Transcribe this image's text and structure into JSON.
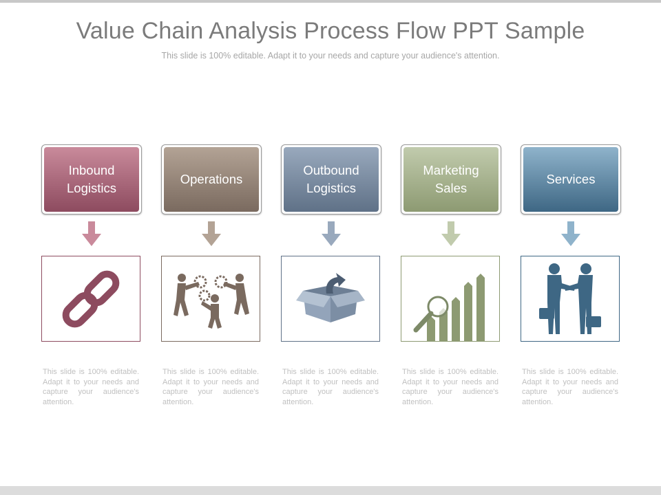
{
  "slide": {
    "title": "Value Chain Analysis Process Flow PPT Sample",
    "subtitle": "This slide is 100% editable. Adapt it to your needs and capture your audience's attention."
  },
  "steps": [
    {
      "label": "Inbound Logistics",
      "icon": "chain-link-icon",
      "description": "This slide is 100% editable. Adapt it to your needs and capture your audience's attention.",
      "color": "#8d4b5f",
      "gradient": [
        "#c98a9b",
        "#8d4b5f"
      ]
    },
    {
      "label": "Operations",
      "icon": "teamwork-gears-icon",
      "description": "This slide is 100% editable. Adapt it to your needs and capture your audience's attention.",
      "color": "#7a6a5f",
      "gradient": [
        "#b3a395",
        "#7a6a5f"
      ]
    },
    {
      "label": "Outbound Logistics",
      "icon": "open-box-icon",
      "description": "This slide is 100% editable. Adapt it to your needs and capture your audience's attention.",
      "color": "#5f7187",
      "gradient": [
        "#99a9bd",
        "#5f7187"
      ]
    },
    {
      "label": "Marketing Sales",
      "icon": "bar-chart-magnifier-icon",
      "description": "This slide is 100% editable. Adapt it to your needs and capture your audience's attention.",
      "color": "#8d9a72",
      "gradient": [
        "#c1cbad",
        "#8d9a72"
      ]
    },
    {
      "label": "Services",
      "icon": "handshake-icon",
      "description": "This slide is 100% editable. Adapt it to your needs and capture your audience's attention.",
      "color": "#3e6784",
      "gradient": [
        "#8fb3cb",
        "#3e6784"
      ]
    }
  ]
}
